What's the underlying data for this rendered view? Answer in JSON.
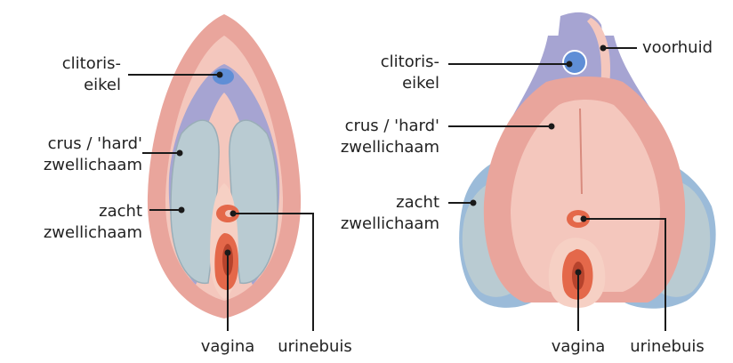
{
  "diagrams": [
    {
      "labels": {
        "glans": [
          "clitoris-",
          "eikel"
        ],
        "crus": [
          "crus / 'hard'",
          "zwellichaam"
        ],
        "bulb": [
          "zacht",
          "zwellichaam"
        ],
        "vagina": "vagina",
        "urethra": "urinebuis"
      }
    },
    {
      "labels": {
        "glans": [
          "clitoris-",
          "eikel"
        ],
        "hood": "voorhuid",
        "crus": [
          "crus / 'hard'",
          "zwellichaam"
        ],
        "bulb": [
          "zacht",
          "zwellichaam"
        ],
        "vagina": "vagina",
        "urethra": "urinebuis"
      }
    }
  ],
  "colors": {
    "outer_skin": "#e9a59c",
    "outer_skin_light": "#f4c7bd",
    "crus_purple": "#a6a4d2",
    "bulb_grey": "#b9cbd2",
    "bulb_blue": "#9bbbd9",
    "glans_blue": "#5f8ed6",
    "inner_orange": "#e4684a",
    "inner_dark": "#b6432c",
    "leader_line": "#1a1a1a",
    "text": "#222222"
  }
}
